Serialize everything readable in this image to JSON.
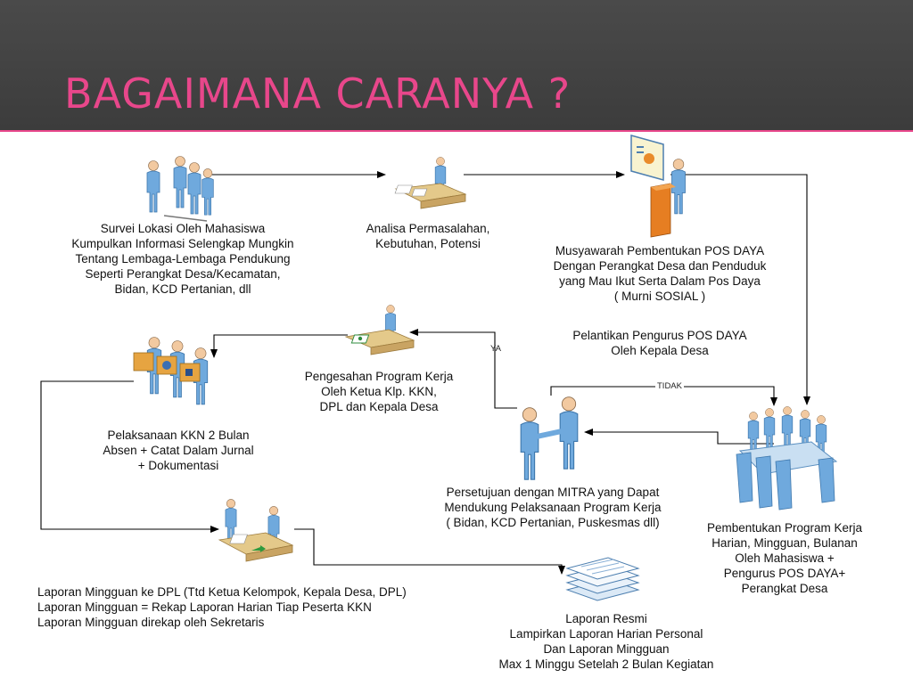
{
  "slide": {
    "title": "BAGAIMANA CARANYA ?"
  },
  "colors": {
    "accent": "#e8478b",
    "figure": "#6fa9dd",
    "header_bg": "#3c3c3c"
  },
  "steps": {
    "survei": [
      "Survei Lokasi Oleh Mahasiswa",
      "Kumpulkan Informasi Selengkap Mungkin",
      "Tentang Lembaga-Lembaga Pendukung",
      "Seperti Perangkat Desa/Kecamatan,",
      "Bidan, KCD Pertanian, dll"
    ],
    "analisa": [
      "Analisa Permasalahan,",
      "Kebutuhan, Potensi"
    ],
    "musyawarah": [
      "Musyawarah Pembentukan POS DAYA",
      "Dengan Perangkat Desa dan Penduduk",
      "yang Mau Ikut Serta Dalam Pos Daya",
      "( Murni SOSIAL )"
    ],
    "pelantikan": [
      "Pelantikan Pengurus POS DAYA",
      "Oleh Kepala Desa"
    ],
    "pengesahan": [
      "Pengesahan Program Kerja",
      "Oleh Ketua Klp. KKN,",
      "DPL dan Kepala Desa"
    ],
    "pelaksanaan": [
      "Pelaksanaan KKN 2 Bulan",
      "Absen + Catat Dalam Jurnal",
      "+ Dokumentasi"
    ],
    "persetujuan": [
      "Persetujuan dengan MITRA yang Dapat",
      "Mendukung Pelaksanaan Program Kerja",
      "( Bidan, KCD Pertanian, Puskesmas dll)"
    ],
    "pembentukan": [
      "Pembentukan Program Kerja",
      "Harian, Mingguan, Bulanan",
      "Oleh Mahasiswa +",
      "Pengurus POS DAYA+",
      "Perangkat Desa"
    ],
    "laporan_mingguan": [
      "Laporan Mingguan ke DPL (Ttd Ketua Kelompok, Kepala Desa, DPL)",
      "Laporan Mingguan = Rekap Laporan Harian Tiap Peserta KKN",
      "Laporan Mingguan direkap oleh Sekretaris"
    ],
    "laporan_resmi": [
      "Laporan Resmi",
      "Lampirkan Laporan Harian Personal",
      "Dan Laporan Mingguan",
      "Max 1 Minggu Setelah 2 Bulan Kegiatan"
    ]
  },
  "edge_labels": {
    "ya": "YA",
    "tidak": "TIDAK"
  },
  "icons": [
    "people-group-icon",
    "desk-worker-icon",
    "presenter-podium-icon",
    "document-signing-icon",
    "box-carriers-icon",
    "handshake-icon",
    "meeting-table-icon",
    "report-review-icon",
    "document-stack-icon"
  ]
}
